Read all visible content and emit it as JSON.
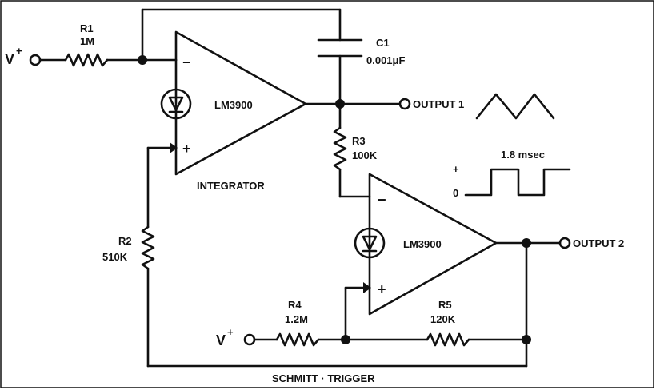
{
  "inputs": {
    "vplus_1": "V",
    "vplus_2": "V",
    "sup": "+"
  },
  "r1": {
    "name": "R1",
    "value": "1M"
  },
  "c1": {
    "name": "C1",
    "value": "0.001μF"
  },
  "opamp1": {
    "part": "LM3900",
    "caption": "INTEGRATOR",
    "minus": "−",
    "plus": "+"
  },
  "output1": {
    "label": "OUTPUT 1"
  },
  "r3": {
    "name": "R3",
    "value": "100K"
  },
  "r2": {
    "name": "R2",
    "value": "510K"
  },
  "opamp2": {
    "part": "LM3900",
    "minus": "−",
    "plus": "+"
  },
  "output2": {
    "label": "OUTPUT 2"
  },
  "r4": {
    "name": "R4",
    "value": "1.2M"
  },
  "r5": {
    "name": "R5",
    "value": "120K"
  },
  "square_wave": {
    "period": "1.8 msec",
    "plus_label": "+",
    "zero_label": "0"
  },
  "caption": "SCHMITT · TRIGGER",
  "icons": [
    "triangle-wave-icon",
    "square-wave-icon",
    "current-source-icon",
    "resistor-icon",
    "capacitor-icon",
    "opamp-icon"
  ]
}
